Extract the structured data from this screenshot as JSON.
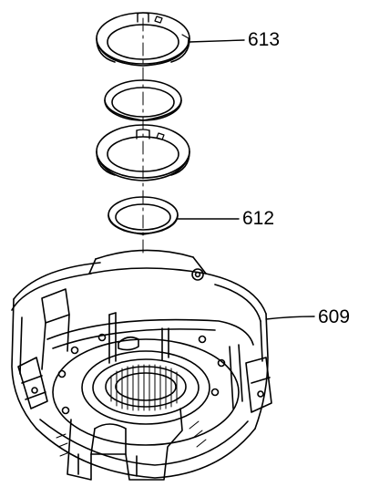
{
  "callouts": {
    "c613": {
      "number": "613"
    },
    "c612": {
      "number": "612"
    },
    "c609": {
      "number": "609"
    }
  },
  "colors": {
    "line": "#000000",
    "background": "#ffffff"
  }
}
